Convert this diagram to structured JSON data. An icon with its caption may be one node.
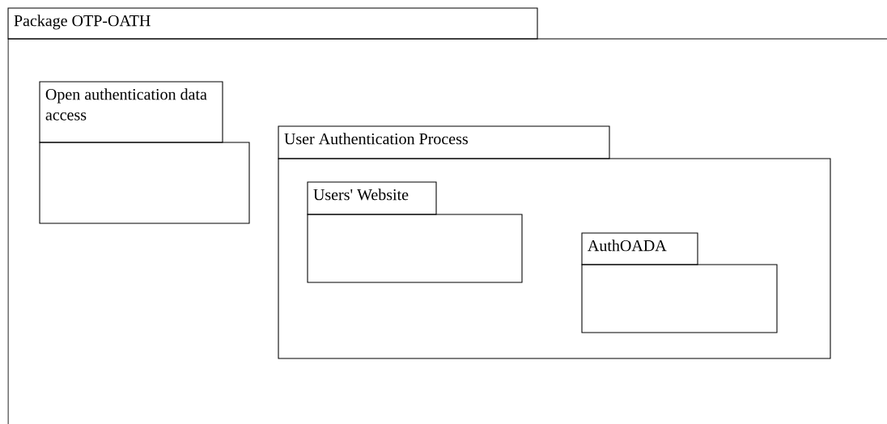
{
  "diagram": {
    "nodes": [
      {
        "text": [
          "Package OTP-OATH"
        ]
      },
      {
        "text": [
          "Open authentication data access"
        ],
        "in": 0
      },
      {
        "text": [
          "User Authentication Process"
        ],
        "in": 0
      },
      {
        "text": [
          "Users' Website"
        ],
        "in": 2
      },
      {
        "text": [
          "AuthOADA"
        ],
        "in": 2
      }
    ]
  }
}
